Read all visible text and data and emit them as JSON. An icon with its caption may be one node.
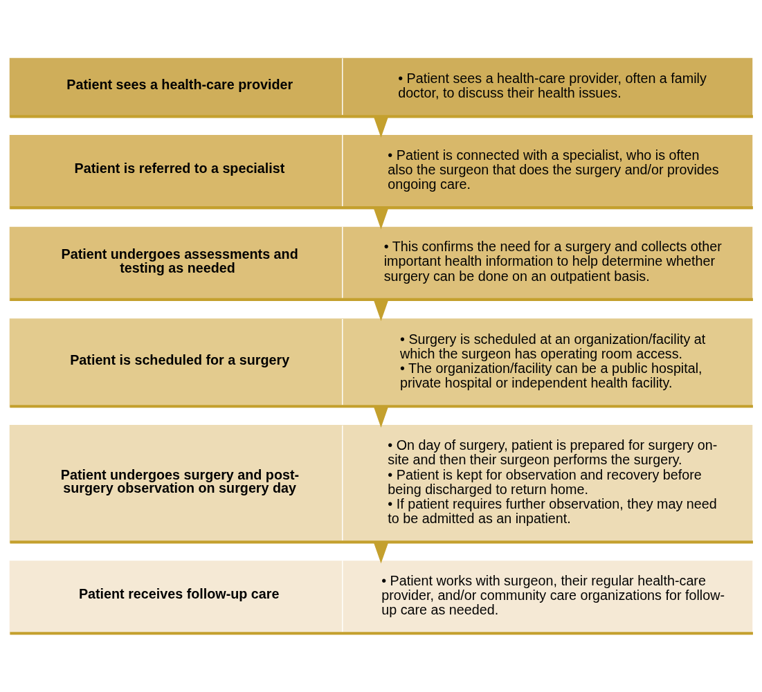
{
  "diagram": {
    "nodes": [
      {
        "text": [
          "Patient sees a health-care provider",
          "• Patient sees a health-care provider, often a family doctor, to discuss their health issues."
        ]
      },
      {
        "text": [
          "Patient is referred to a specialist",
          "• Patient is connected with a specialist, who is often also the surgeon that does the surgery and/or provides ongoing care."
        ]
      },
      {
        "text": [
          "Patient undergoes assessments and testing as needed",
          "• This confirms the need for a surgery and collects other important health information to help determine whether surgery can be done on an outpatient basis."
        ]
      },
      {
        "text": [
          "Patient is scheduled for a surgery",
          "• Surgery is scheduled at an organization/facility at which the surgeon has operating room access.",
          "• The organization/facility can be a public hospital, private hospital or independent health facility."
        ]
      },
      {
        "text": [
          "Patient undergoes surgery and post-surgery observation on surgery day",
          "• On day of surgery, patient is prepared for surgery on-site and then their surgeon performs the surgery.",
          "• Patient is kept for observation and recovery before being discharged to return home.",
          "• If patient requires further observation, they may need to be admitted as an inpatient."
        ]
      },
      {
        "text": [
          "Patient receives follow-up care",
          "• Patient works with surgeon, their regular health-care provider, and/or community care organizations for follow-up care as needed."
        ]
      }
    ],
    "edges": [
      {
        "from": 0,
        "to": 1,
        "arrow": "to"
      },
      {
        "from": 1,
        "to": 2,
        "arrow": "to"
      },
      {
        "from": 2,
        "to": 3,
        "arrow": "to"
      },
      {
        "from": 3,
        "to": 4,
        "arrow": "to"
      },
      {
        "from": 4,
        "to": 5,
        "arrow": "to"
      }
    ]
  }
}
